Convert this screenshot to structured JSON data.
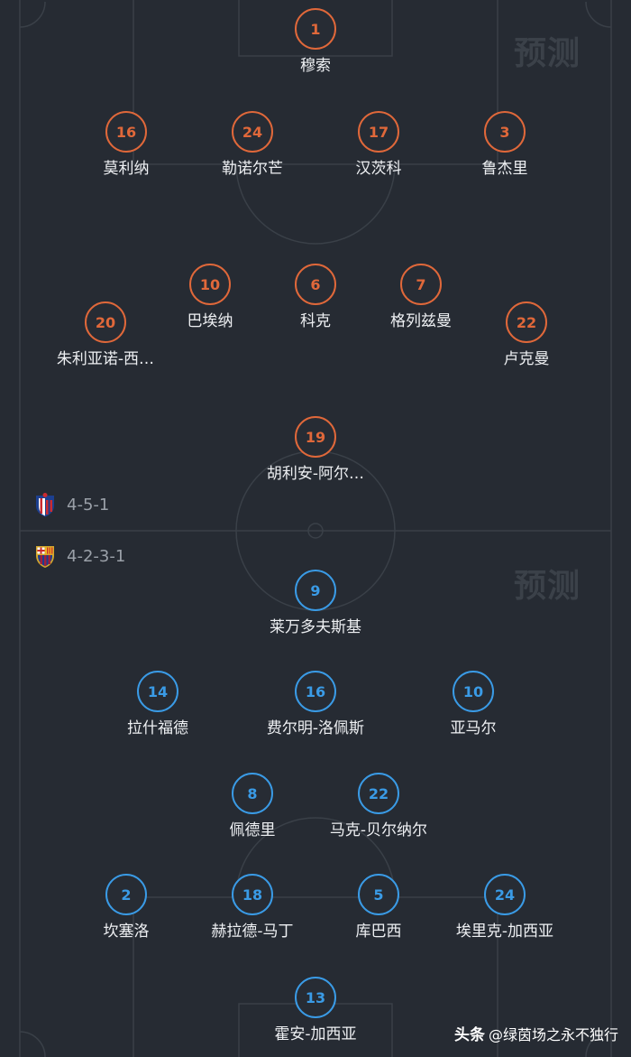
{
  "watermark": "预测",
  "away": {
    "formation": "4-5-1",
    "players": [
      {
        "number": "1",
        "name": "穆索"
      },
      {
        "number": "16",
        "name": "莫利纳"
      },
      {
        "number": "24",
        "name": "勒诺尔芒"
      },
      {
        "number": "17",
        "name": "汉茨科"
      },
      {
        "number": "3",
        "name": "鲁杰里"
      },
      {
        "number": "10",
        "name": "巴埃纳"
      },
      {
        "number": "6",
        "name": "科克"
      },
      {
        "number": "7",
        "name": "格列兹曼"
      },
      {
        "number": "20",
        "name": "朱利亚诺-西…"
      },
      {
        "number": "22",
        "name": "卢克曼"
      },
      {
        "number": "19",
        "name": "胡利安-阿尔…"
      }
    ]
  },
  "home": {
    "formation": "4-2-3-1",
    "players": [
      {
        "number": "9",
        "name": "莱万多夫斯基"
      },
      {
        "number": "14",
        "name": "拉什福德"
      },
      {
        "number": "16",
        "name": "费尔明-洛佩斯"
      },
      {
        "number": "10",
        "name": "亚马尔"
      },
      {
        "number": "8",
        "name": "佩德里"
      },
      {
        "number": "22",
        "name": "马克-贝尔纳尔"
      },
      {
        "number": "2",
        "name": "坎塞洛"
      },
      {
        "number": "18",
        "name": "赫拉德-马丁"
      },
      {
        "number": "5",
        "name": "库巴西"
      },
      {
        "number": "24",
        "name": "埃里克-加西亚"
      },
      {
        "number": "13",
        "name": "霍安-加西亚"
      }
    ]
  },
  "credit": {
    "brand": "头条",
    "author": "@绿茵场之永不独行"
  },
  "colors": {
    "away_accent": "#e0683a",
    "home_accent": "#3a9be6",
    "pitch": "#262b33",
    "lines": "#3a4048"
  }
}
